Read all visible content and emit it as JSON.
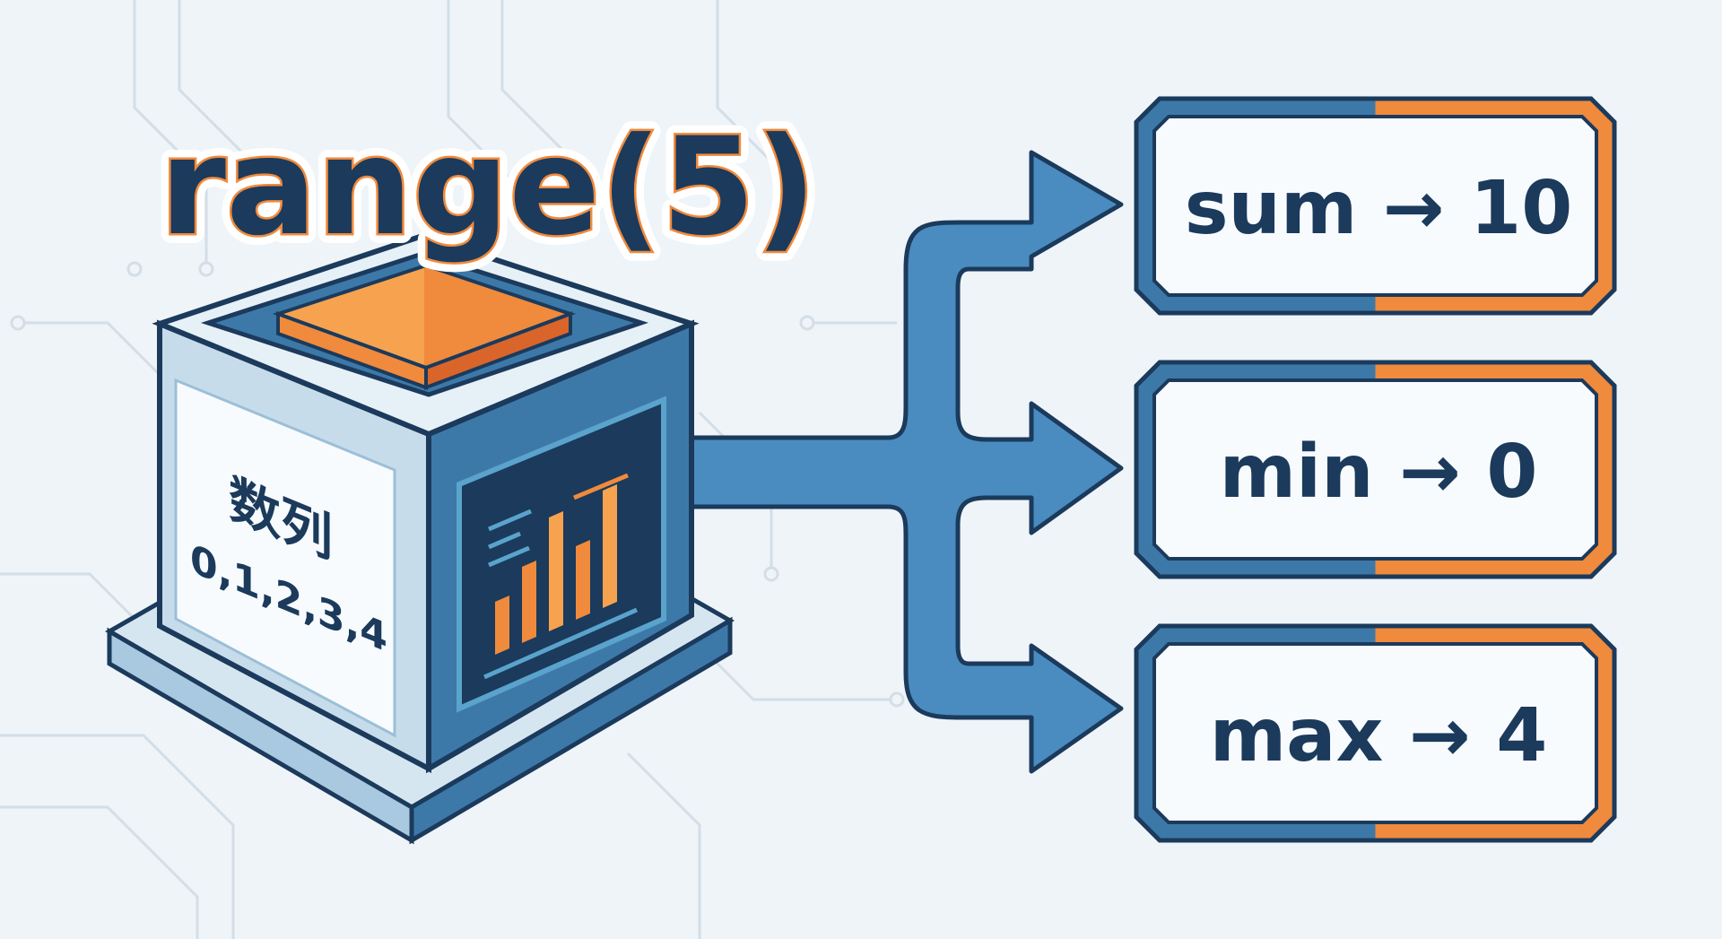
{
  "title": "range(5)",
  "cube": {
    "label": "数列",
    "sequence": "0,1,2,3,4"
  },
  "results": [
    {
      "label": "sum → 10"
    },
    {
      "label": "min → 0"
    },
    {
      "label": "max → 4"
    }
  ],
  "colors": {
    "navy": "#1b3a5c",
    "blue": "#3d79a8",
    "light_blue": "#5aa3cc",
    "orange": "#f08a3c",
    "background": "#eef4f8"
  }
}
